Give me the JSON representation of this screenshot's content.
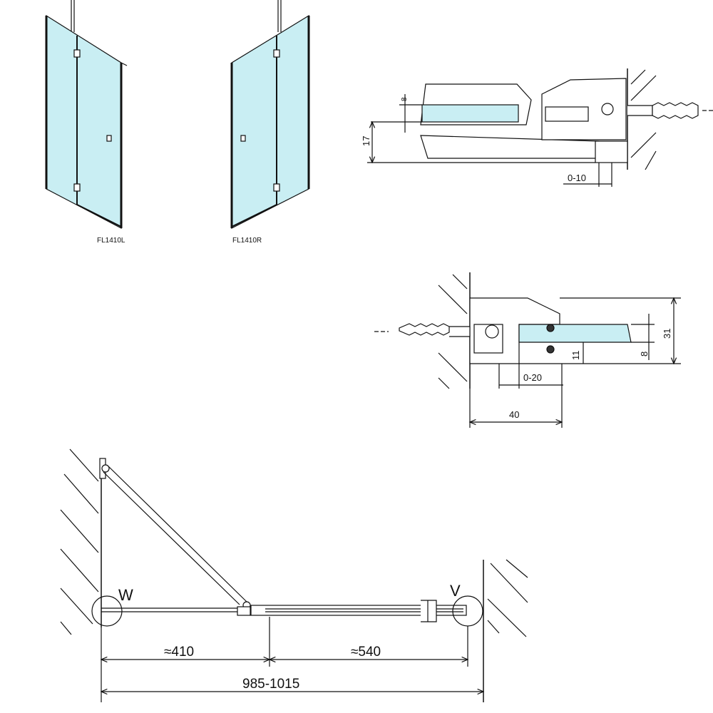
{
  "models": {
    "left": "FL1410L",
    "right": "FL1410R"
  },
  "section_top": {
    "dim_glass": "8",
    "dim_height": "17",
    "dim_adjust": "0-10"
  },
  "section_mid": {
    "dim_total": "31",
    "dim_glass": "8",
    "dim_height": "11",
    "dim_adjust": "0-20",
    "dim_width": "40"
  },
  "plan": {
    "wall_left_label": "W",
    "wall_right_label": "V",
    "dim_fold": "≈410",
    "dim_door": "≈540",
    "dim_total": "985-1015"
  },
  "colors": {
    "glass": "#c9eef3",
    "line": "#111111"
  }
}
